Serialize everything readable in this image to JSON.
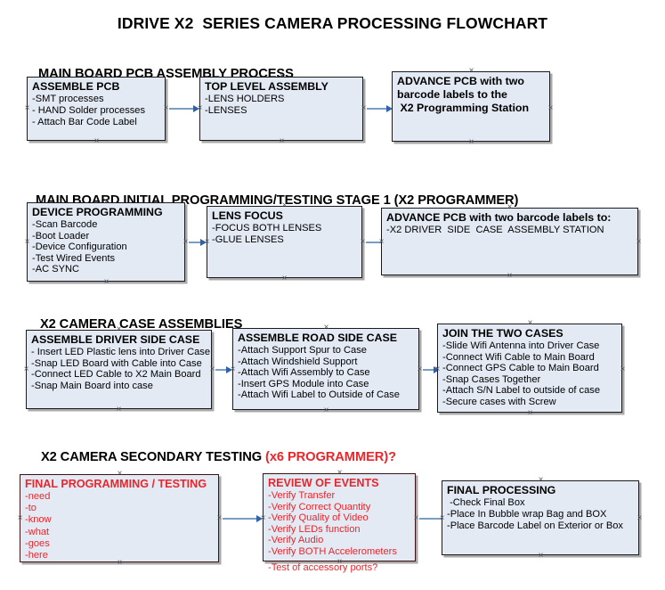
{
  "document": {
    "title": "IDRIVE X2  SERIES CAMERA PROCESSING FLOWCHART"
  },
  "sections": [
    {
      "id": "main-board-pcb-assembly",
      "heading": "MAIN BOARD PCB ASSEMBLY PROCESS",
      "heading_accent": "",
      "boxes": [
        {
          "id": "assemble-pcb",
          "title": "ASSEMBLE PCB",
          "lines": [
            "-SMT processes",
            "- HAND Solder processes",
            "- Attach Bar Code Label"
          ]
        },
        {
          "id": "top-level-assembly",
          "title": "TOP LEVEL ASSEMBLY",
          "lines": [
            "-LENS HOLDERS",
            "-LENSES"
          ]
        },
        {
          "id": "advance-pcb-programming-station",
          "title": "ADVANCE PCB with two",
          "title_lines": [
            "ADVANCE PCB with two",
            "barcode labels to the",
            " X2 Programming Station"
          ],
          "lines": []
        }
      ]
    },
    {
      "id": "main-board-initial-programming",
      "heading": "MAIN BOARD INITIAL PROGRAMMING/TESTING STAGE 1 (X2 PROGRAMMER)",
      "heading_accent": "",
      "boxes": [
        {
          "id": "device-programming",
          "title": "DEVICE PROGRAMMING",
          "lines": [
            "-Scan Barcode",
            "-Boot Loader",
            "-Device Configuration",
            "-Test Wired Events",
            "-AC SYNC"
          ]
        },
        {
          "id": "lens-focus",
          "title": "LENS FOCUS",
          "lines": [
            "-FOCUS BOTH LENSES",
            "-GLUE LENSES"
          ]
        },
        {
          "id": "advance-pcb-driver-side-case",
          "title": "ADVANCE PCB with two barcode labels to:",
          "lines": [
            "-X2 DRIVER  SIDE  CASE  ASSEMBLY STATION"
          ]
        }
      ]
    },
    {
      "id": "x2-camera-case-assemblies",
      "heading": "X2 CAMERA CASE ASSEMBLIES",
      "heading_accent": "",
      "boxes": [
        {
          "id": "assemble-driver-side-case",
          "title": "ASSEMBLE DRIVER SIDE CASE",
          "lines": [
            "- Insert LED Plastic lens into Driver Case",
            "-Snap LED Board with Cable into Case",
            "-Connect LED Cable to X2 Main Board",
            "-Snap Main Board into case"
          ]
        },
        {
          "id": "assemble-road-side-case",
          "title": "ASSEMBLE ROAD SIDE CASE",
          "lines": [
            "-Attach Support Spur to Case",
            "-Attach Windshield Support",
            "-Attach Wifi Assembly to Case",
            "-Insert GPS Module into Case",
            "-Attach Wifi Label to Outside of Case"
          ]
        },
        {
          "id": "join-the-two-cases",
          "title": "JOIN THE TWO CASES",
          "lines": [
            "-Slide Wifi Antenna into Driver Case",
            "-Connect Wifi Cable to Main Board",
            "-Connect GPS Cable to Main Board",
            "-Snap Cases Together",
            "-Attach S/N Label to outside of case",
            "-Secure cases with Screw"
          ]
        }
      ]
    },
    {
      "id": "x2-camera-secondary-testing",
      "heading": "X2 CAMERA SECONDARY TESTING ",
      "heading_accent": "(x6 PROGRAMMER)?",
      "boxes": [
        {
          "id": "final-programming-testing",
          "title": "FINAL PROGRAMMING / TESTING",
          "lines": [
            "-need",
            "-to",
            "-know",
            "-what",
            "-goes",
            "-here"
          ]
        },
        {
          "id": "review-of-events",
          "title": "REVIEW OF EVENTS",
          "lines": [
            "-Verify Transfer",
            "-Verify Correct Quantity",
            "-Verify Quality of Video",
            "-Verify LEDs function",
            "-Verify Audio",
            "-Verify BOTH Accelerometers"
          ],
          "overflow_line": "-Test of accessory ports?"
        },
        {
          "id": "final-processing",
          "title": "FINAL PROCESSING",
          "lines": [
            " -Check Final Box",
            "-Place In Bubble wrap Bag and BOX",
            "-Place Barcode Label on Exterior or Box"
          ]
        }
      ]
    }
  ],
  "colors": {
    "box_fill": "#e4eaf4",
    "box_border": "#1a1a1a",
    "connector": "#7a9ec2",
    "arrowhead": "#2f62a8",
    "accent_red": "#e8262b",
    "text": "#000000",
    "background": "#ffffff"
  }
}
